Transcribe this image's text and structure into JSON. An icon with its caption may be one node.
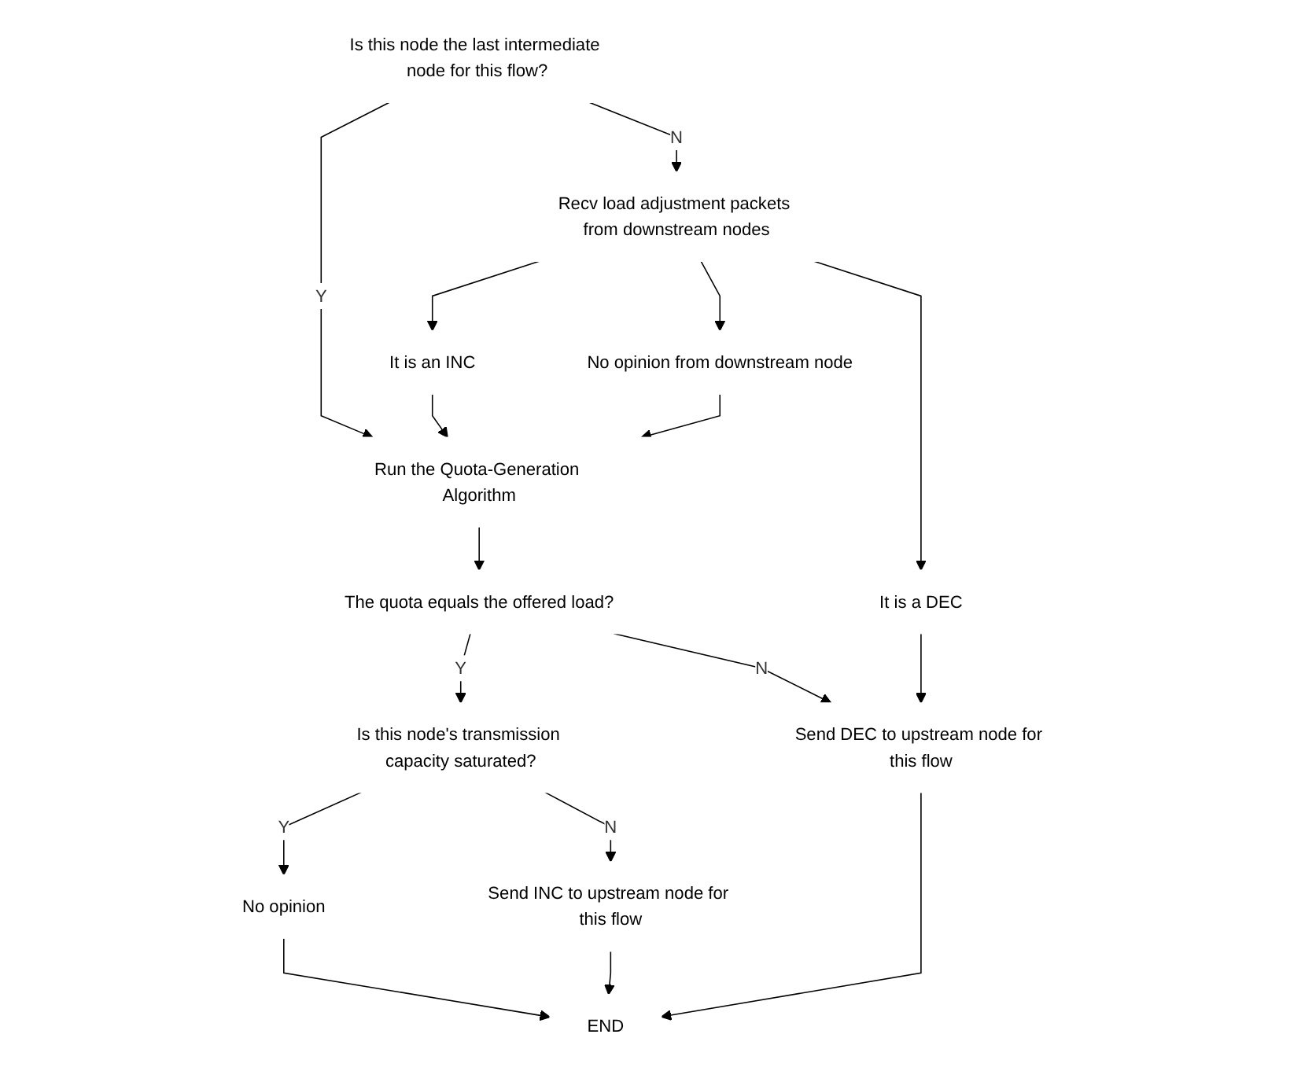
{
  "diagram": {
    "nodes": [
      {
        "text": [
          "Is this node the last intermediate node for this flow?"
        ]
      },
      {
        "text": [
          "Recv load adjustment packets from downstream nodes"
        ]
      },
      {
        "text": [
          "It is an INC"
        ]
      },
      {
        "text": [
          "No opinion from downstream node"
        ]
      },
      {
        "text": [
          "It is a DEC"
        ]
      },
      {
        "text": [
          "Run the Quota-Generation Algorithm"
        ]
      },
      {
        "text": [
          "The quota equals the offered load?"
        ]
      },
      {
        "text": [
          "Is this node's transmission capacity saturated?"
        ]
      },
      {
        "text": [
          "No opinion"
        ]
      },
      {
        "text": [
          "Send INC to upstream node for this flow"
        ]
      },
      {
        "text": [
          "Send DEC to upstream node for this flow"
        ]
      },
      {
        "text": [
          "END"
        ]
      }
    ],
    "edges": [
      {
        "from": 0,
        "to": 5,
        "arrow": "to",
        "label": "Y"
      },
      {
        "from": 0,
        "to": 1,
        "arrow": "to",
        "label": "N"
      },
      {
        "from": 1,
        "to": 2,
        "arrow": "to"
      },
      {
        "from": 1,
        "to": 3,
        "arrow": "to"
      },
      {
        "from": 1,
        "to": 4,
        "arrow": "to"
      },
      {
        "from": 2,
        "to": 5,
        "arrow": "to"
      },
      {
        "from": 3,
        "to": 5,
        "arrow": "to"
      },
      {
        "from": 5,
        "to": 6,
        "arrow": "to"
      },
      {
        "from": 6,
        "to": 10,
        "arrow": "to",
        "label": "N"
      },
      {
        "from": 6,
        "to": 7,
        "arrow": "to",
        "label": "Y"
      },
      {
        "from": 4,
        "to": 10,
        "arrow": "to"
      },
      {
        "from": 7,
        "to": 8,
        "arrow": "to",
        "label": "Y"
      },
      {
        "from": 7,
        "to": 9,
        "arrow": "to",
        "label": "N"
      },
      {
        "from": 8,
        "to": 11,
        "arrow": "to"
      },
      {
        "from": 9,
        "to": 11,
        "arrow": "to"
      },
      {
        "from": 10,
        "to": 11,
        "arrow": "to"
      }
    ]
  }
}
